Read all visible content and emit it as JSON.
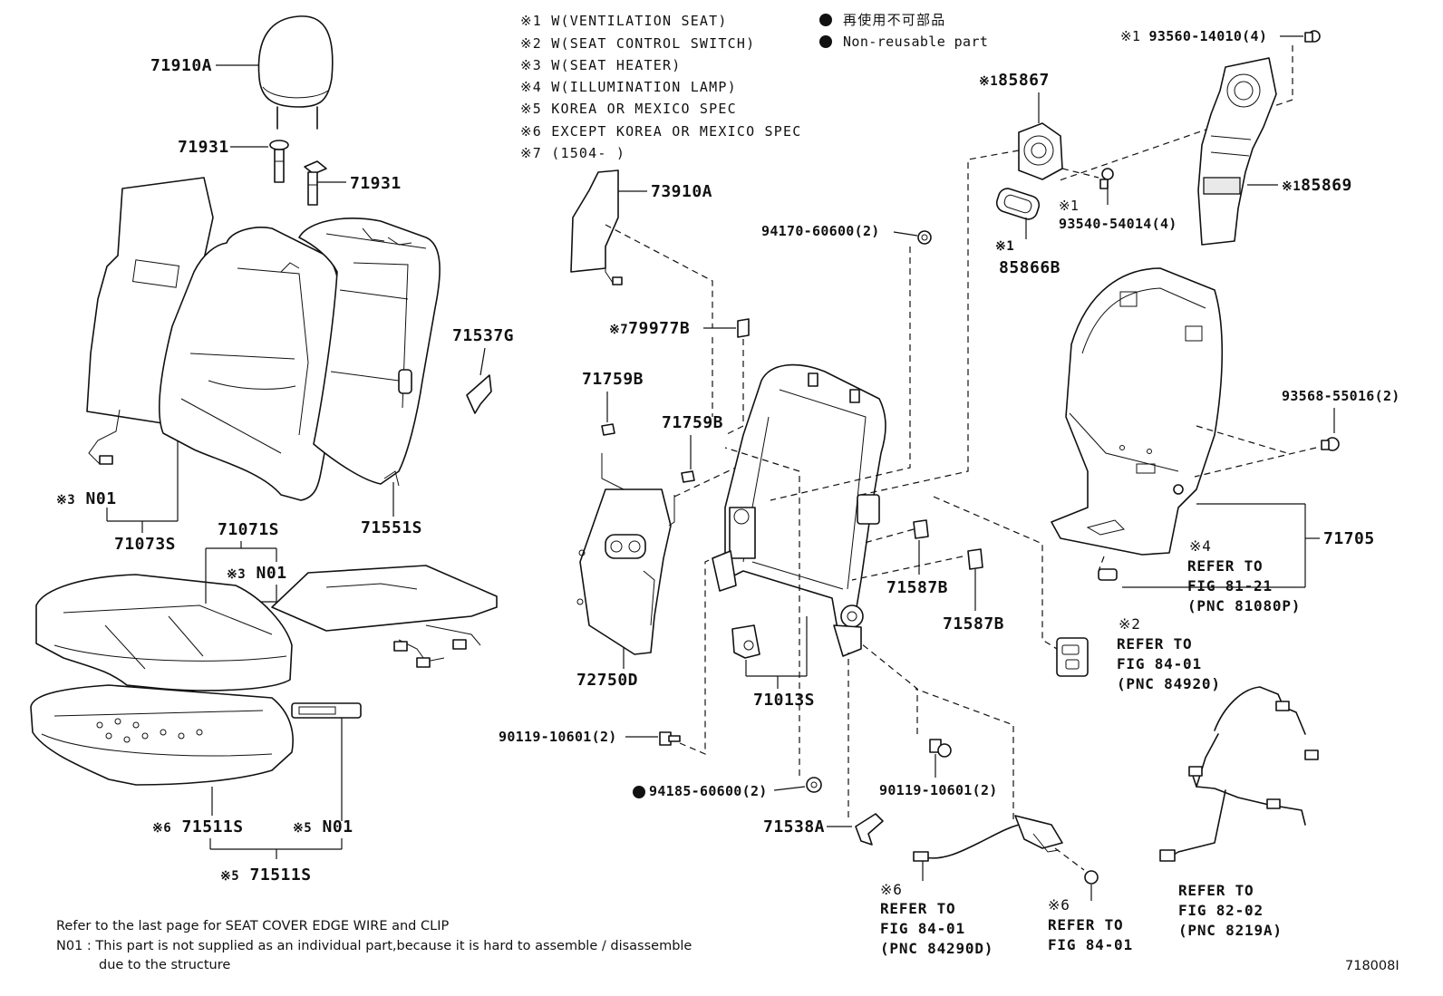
{
  "notes": [
    "※1  W(VENTILATION  SEAT)",
    "※2  W(SEAT  CONTROL  SWITCH)",
    "※3  W(SEAT  HEATER)",
    "※4  W(ILLUMINATION  LAMP)",
    "※5  KOREA  OR  MEXICO  SPEC",
    "※6  EXCEPT  KOREA  OR  MEXICO  SPEC",
    "※7 (1504-        )"
  ],
  "legend": {
    "jp": "再使用不可部品",
    "en": "Non-reusable part"
  },
  "parts": {
    "p71910A": "71910A",
    "p71931a": "71931",
    "p71931b": "71931",
    "p71537G": "71537G",
    "p71073S": "71073S",
    "p71551S": "71551S",
    "p71071S": "71071S",
    "mark3_n01_a": "※3",
    "n01_a": "N01",
    "mark3_n01_b": "※3",
    "n01_b": "N01",
    "mark6_71511S": "※6",
    "p71511S_a": "71511S",
    "mark5_n01": "※5",
    "n01_c": "N01",
    "mark5_71511S": "※5",
    "p71511S_b": "71511S",
    "p73910A": "73910A",
    "mark7": "※7",
    "p79977B": "79977B",
    "p71759B_a": "71759B",
    "p71759B_b": "71759B",
    "p72750D": "72750D",
    "p71013S": "71013S",
    "p90119_a": "90119-10601(2)",
    "p94185": "94185-60600(2)",
    "p94170": "94170-60600(2)",
    "p71587B_a": "71587B",
    "p71587B_b": "71587B",
    "p90119_b": "90119-10601(2)",
    "p71538A": "71538A",
    "mark1_85867": "※1",
    "p85867": "85867",
    "mark1_85866B": "※1",
    "p85866B": "85866B",
    "mark1_93540": "※1",
    "p93540": "93540-54014(4)",
    "mark1_93560": "※1",
    "p93560": "93560-14010(4)",
    "mark1_85869": "※1",
    "p85869": "85869",
    "p93568": "93568-55016(2)",
    "p71705": "71705"
  },
  "refs": {
    "r81": [
      "※4",
      "REFER TO",
      "FIG 81-21",
      "(PNC 81080P)"
    ],
    "r84920": [
      "※2",
      "REFER TO",
      "FIG 84-01",
      "(PNC 84920)"
    ],
    "r8219A": [
      "REFER TO",
      "FIG 82-02",
      "(PNC 8219A)"
    ],
    "r84290D": [
      "※6",
      "REFER TO",
      "FIG 84-01",
      "(PNC 84290D)"
    ],
    "r8401": [
      "※6",
      "REFER TO",
      "FIG 84-01"
    ]
  },
  "footnotes": [
    "Refer to the last page for SEAT COVER EDGE WIRE and CLIP",
    "N01 : This part is not supplied as an individual part,because it is hard to assemble / disassemble",
    "due to the structure"
  ],
  "figure_id": "718008I"
}
